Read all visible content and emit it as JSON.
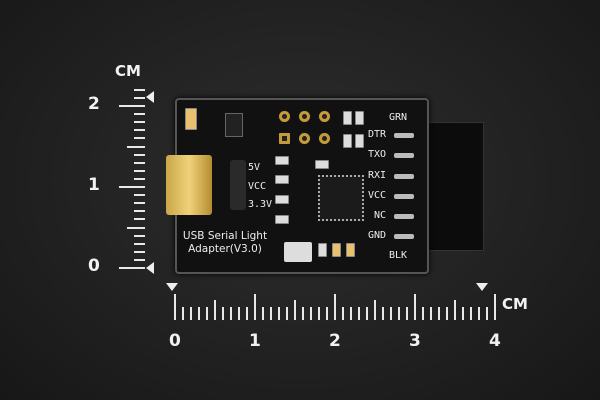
{
  "vertical_ruler": {
    "unit": "CM",
    "labels": [
      "2",
      "1",
      "0"
    ]
  },
  "horizontal_ruler": {
    "unit": "CM",
    "labels": [
      "0",
      "1",
      "2",
      "3",
      "4"
    ]
  },
  "board": {
    "title_line1": "USB Serial Light",
    "title_line2": "Adapter(V3.0)",
    "jumper_labels": [
      "5V",
      "VCC",
      "3.3V"
    ],
    "pin_labels": [
      "GRN",
      "DTR",
      "TXO",
      "RXI",
      "VCC",
      "NC",
      "GND",
      "BLK"
    ]
  },
  "colors": {
    "background": "#222222",
    "pcb": "#111111",
    "gold": "#c49a3a",
    "ruler": "#e8e8e8"
  }
}
